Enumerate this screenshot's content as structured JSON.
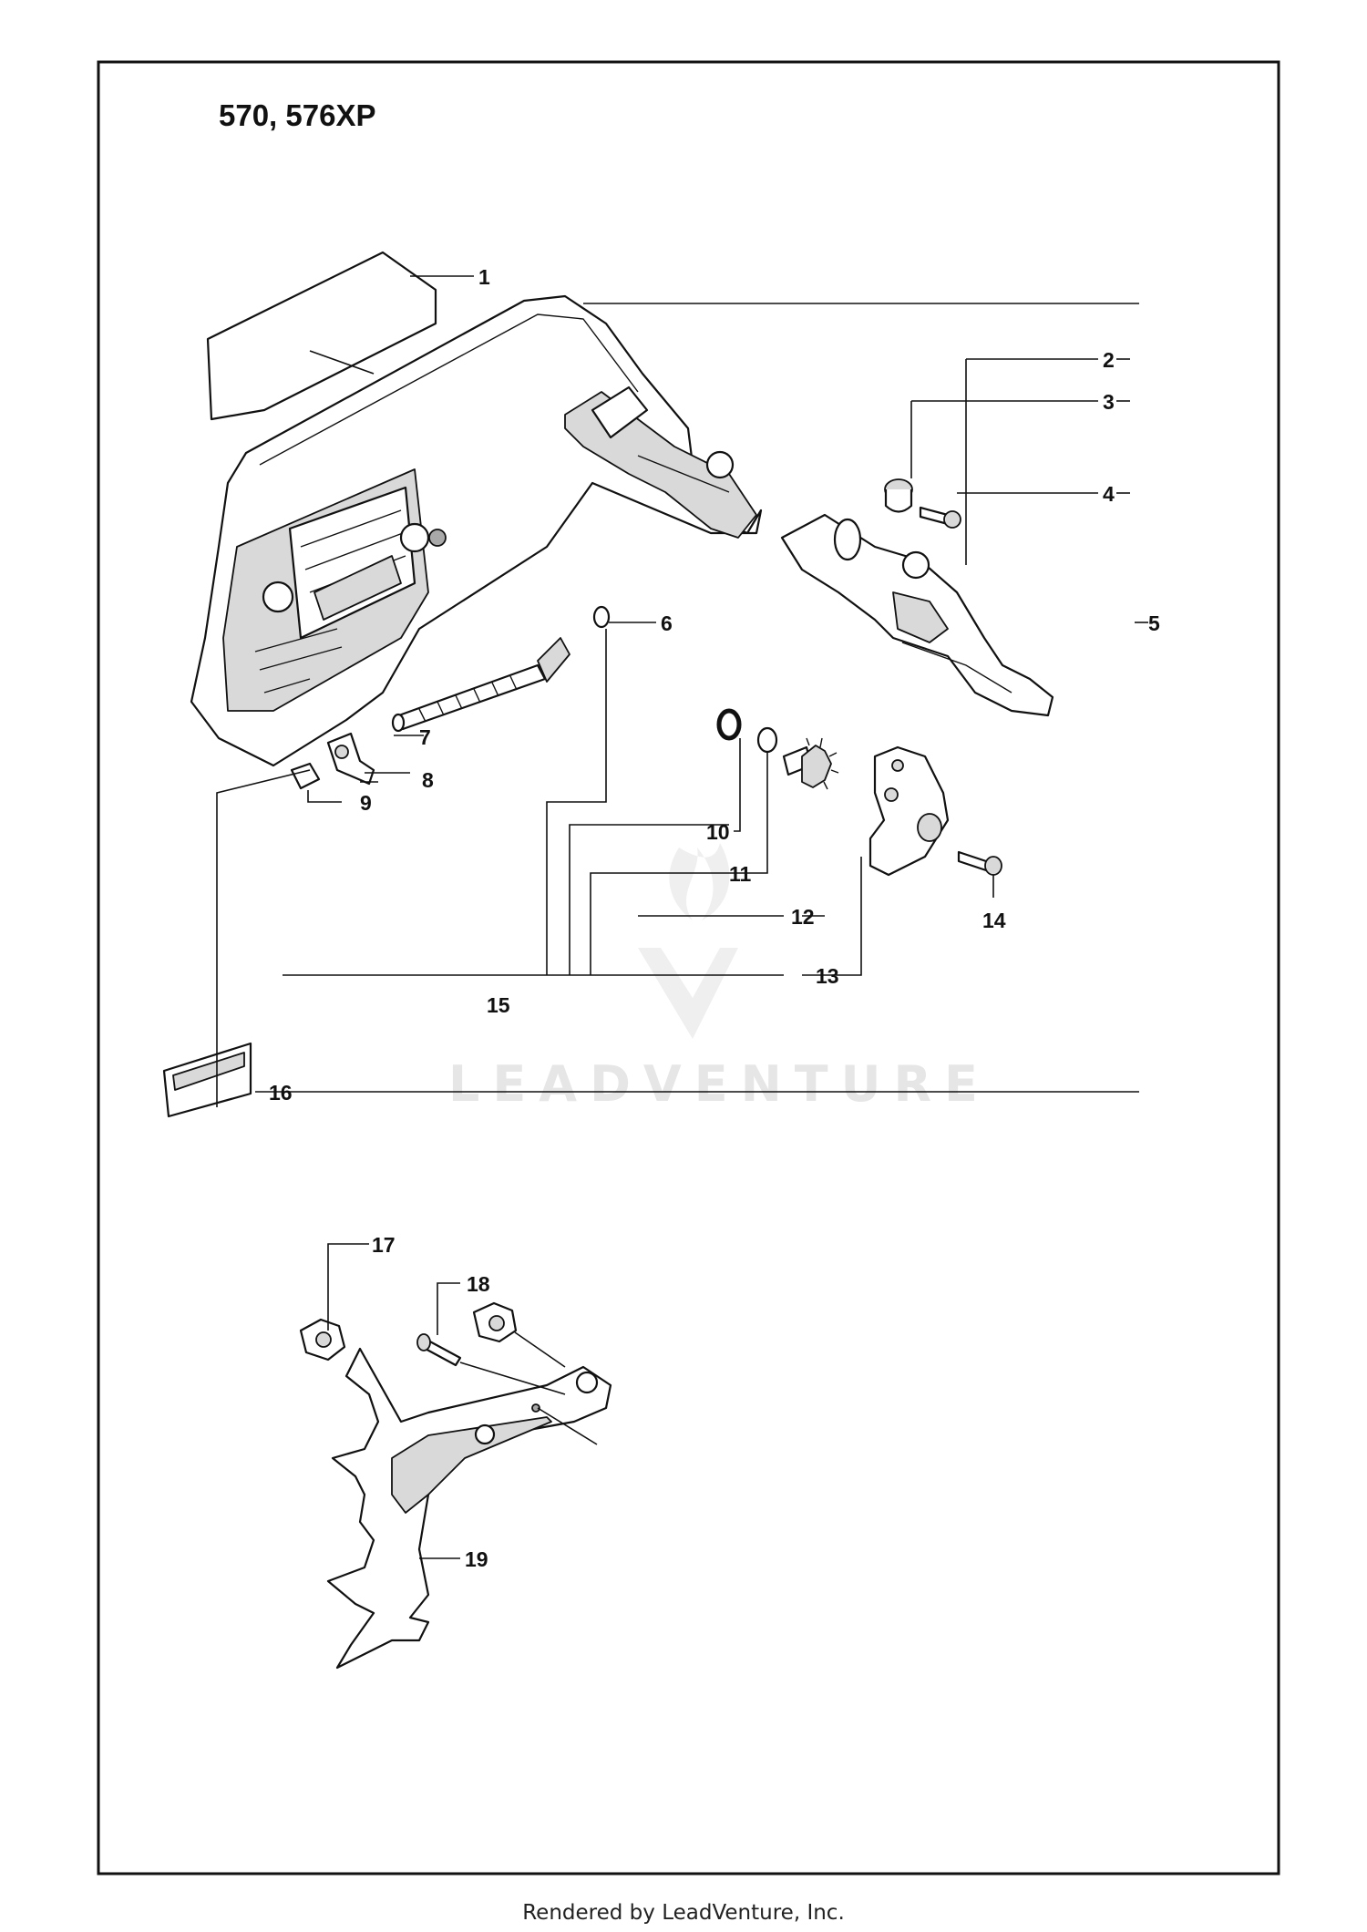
{
  "title": "570, 576XP",
  "footer": "Rendered by LeadVenture, Inc.",
  "watermark": "LEADVENTURE",
  "callouts": [
    "1",
    "2",
    "3",
    "4",
    "5",
    "6",
    "7",
    "8",
    "9",
    "10",
    "11",
    "12",
    "13",
    "14",
    "15",
    "16",
    "17",
    "18",
    "19"
  ],
  "colors": {
    "line": "#111111",
    "shade": "#d9d9d9",
    "watermark": "#e6e6e6"
  }
}
